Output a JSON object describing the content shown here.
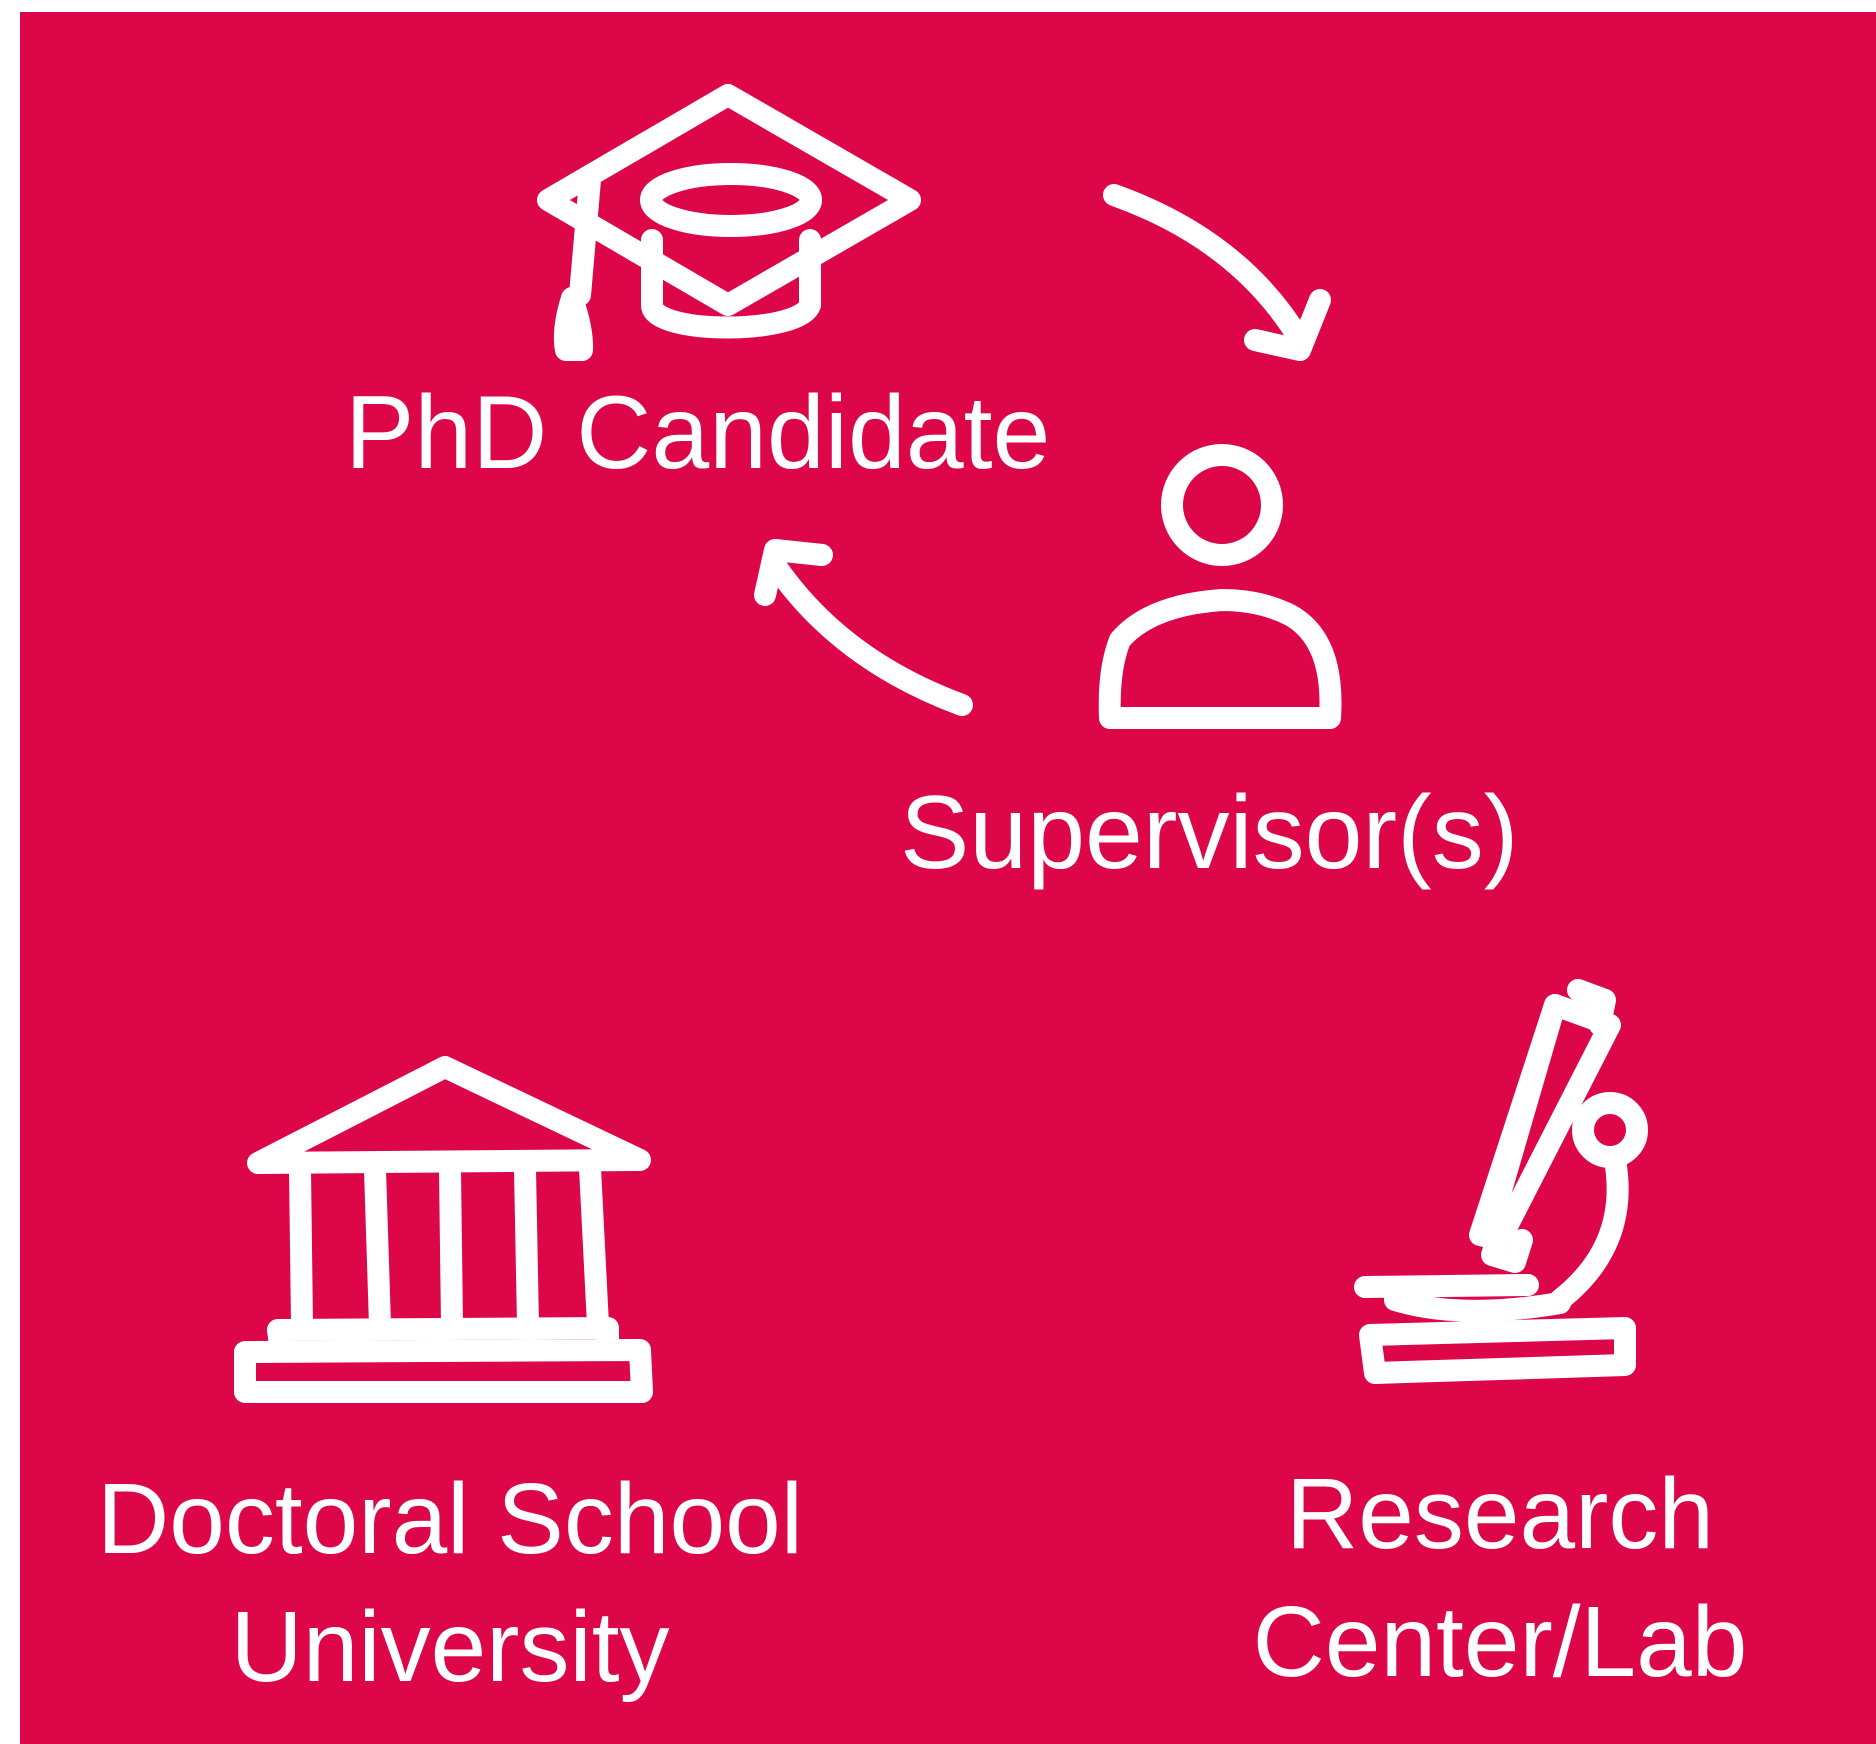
{
  "colors": {
    "background": "#dc0648",
    "foreground": "#ffffff"
  },
  "nodes": {
    "phd_candidate": {
      "label": "PhD Candidate",
      "icon": "graduation-cap-icon"
    },
    "supervisor": {
      "label": "Supervisor(s)",
      "icon": "person-icon"
    },
    "doctoral_school": {
      "line1": "Doctoral School",
      "line2": "University",
      "icon": "university-building-icon"
    },
    "research_center": {
      "line1": "Research",
      "line2": "Center/Lab",
      "icon": "microscope-icon"
    }
  },
  "connectors": [
    {
      "from": "phd_candidate",
      "to": "supervisor",
      "icon": "curved-arrow-icon"
    },
    {
      "from": "supervisor",
      "to": "phd_candidate",
      "icon": "curved-arrow-icon"
    }
  ]
}
